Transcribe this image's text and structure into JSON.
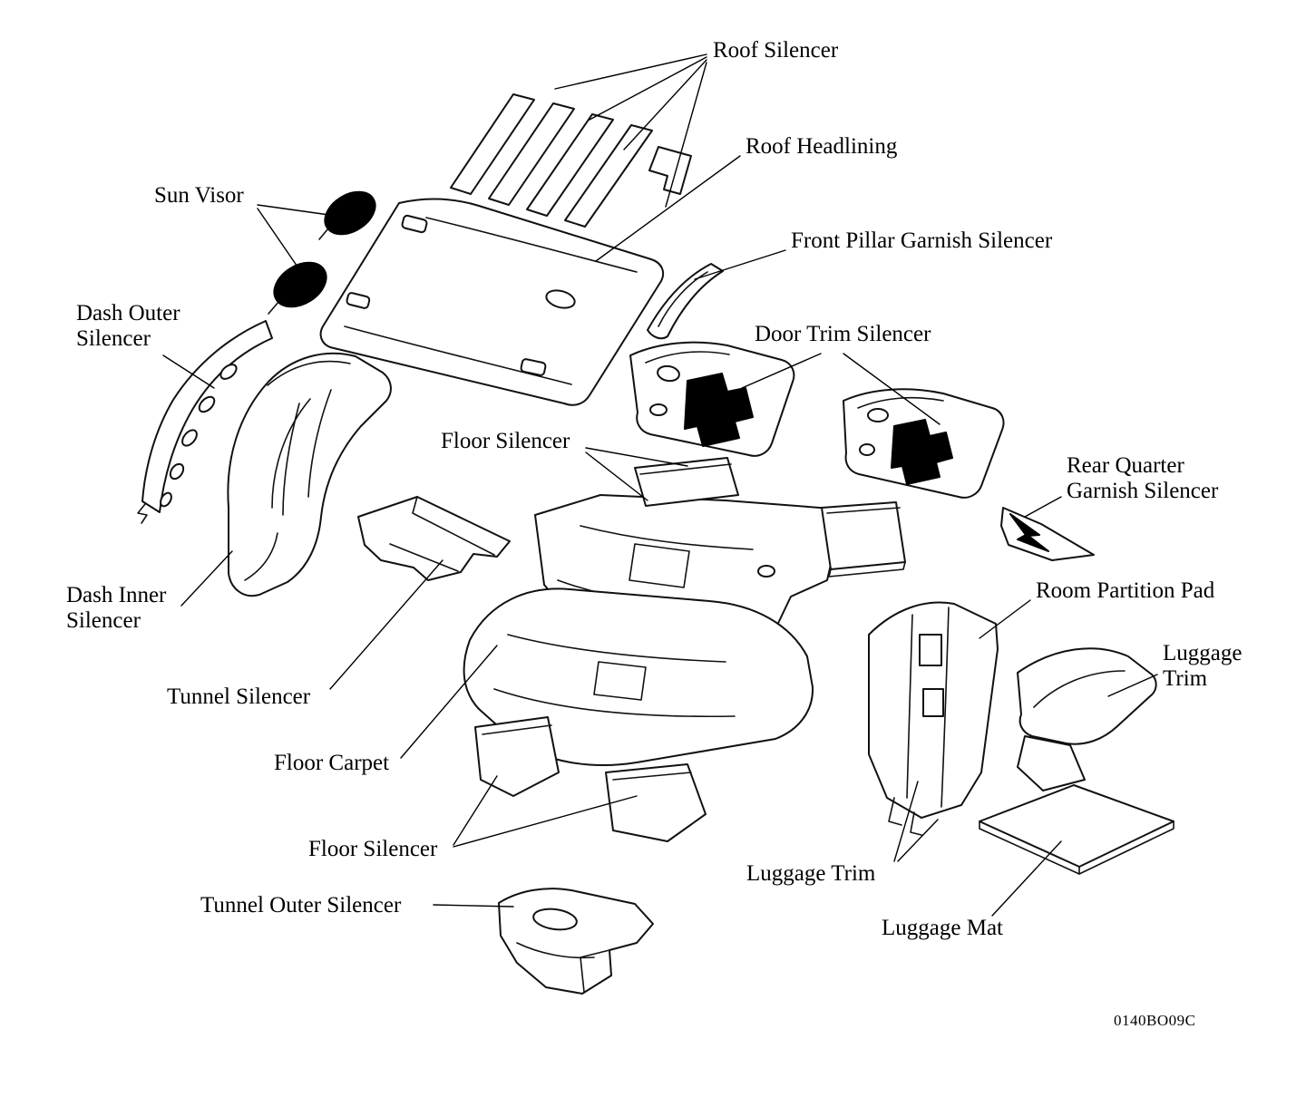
{
  "figure_code": "0140BO09C",
  "colors": {
    "line": "#000000",
    "background": "#ffffff",
    "fill_black": "#000000"
  },
  "labels": {
    "roof_silencer": {
      "lines": [
        "Roof Silencer"
      ]
    },
    "roof_headlining": {
      "lines": [
        "Roof Headlining"
      ]
    },
    "sun_visor": {
      "lines": [
        "Sun Visor"
      ]
    },
    "front_pillar_garnish_silencer": {
      "lines": [
        "Front Pillar Garnish Silencer"
      ]
    },
    "dash_outer_silencer": {
      "lines": [
        "Dash Outer",
        "Silencer"
      ]
    },
    "door_trim_silencer": {
      "lines": [
        "Door Trim Silencer"
      ]
    },
    "floor_silencer_upper": {
      "lines": [
        "Floor Silencer"
      ]
    },
    "rear_quarter_garnish_silencer": {
      "lines": [
        "Rear Quarter",
        "Garnish Silencer"
      ]
    },
    "dash_inner_silencer": {
      "lines": [
        "Dash Inner",
        "Silencer"
      ]
    },
    "room_partition_pad": {
      "lines": [
        "Room Partition Pad"
      ]
    },
    "luggage_trim_right": {
      "lines": [
        "Luggage",
        "Trim"
      ]
    },
    "tunnel_silencer": {
      "lines": [
        "Tunnel Silencer"
      ]
    },
    "floor_carpet": {
      "lines": [
        "Floor Carpet"
      ]
    },
    "floor_silencer_lower": {
      "lines": [
        "Floor Silencer"
      ]
    },
    "luggage_trim_bottom": {
      "lines": [
        "Luggage Trim"
      ]
    },
    "tunnel_outer_silencer": {
      "lines": [
        "Tunnel Outer Silencer"
      ]
    },
    "luggage_mat": {
      "lines": [
        "Luggage Mat"
      ]
    }
  }
}
